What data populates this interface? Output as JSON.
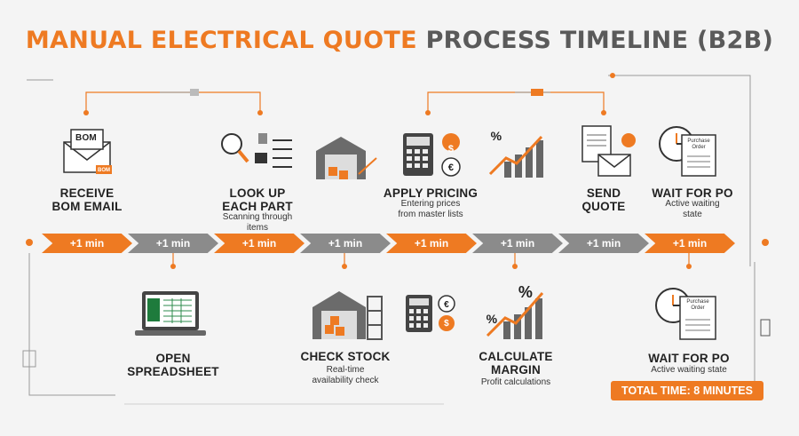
{
  "title": {
    "part1": "MANUAL ELECTRICAL QUOTE",
    "part2": "PROCESS TIMELINE (B2B)"
  },
  "steps_top": [
    {
      "label_l1": "RECEIVE",
      "label_l2": "BOM EMAIL",
      "sub": ""
    },
    {
      "label_l1": "LOOK UP",
      "label_l2": "EACH PART",
      "sub_l1": "Scanning through",
      "sub_l2": "items"
    },
    {
      "label_l1": "APPLY PRICING",
      "label_l2": "",
      "sub_l1": "Entering prices",
      "sub_l2": "from master lists"
    },
    {
      "label_l1": "SEND",
      "label_l2": "QUOTE",
      "sub": ""
    },
    {
      "label_l1": "WAIT FOR PO",
      "label_l2": "",
      "sub_l1": "Active waiting",
      "sub_l2": "state"
    }
  ],
  "steps_bottom": [
    {
      "label_l1": "OPEN",
      "label_l2": "SPREADSHEET"
    },
    {
      "label_l1": "CHECK STOCK",
      "sub_l1": "Real-time",
      "sub_l2": "availability check"
    },
    {
      "label_l1": "CALCULATE",
      "label_l2": "MARGIN",
      "sub_l1": "Profit calculations"
    },
    {
      "label_l1": "WAIT FOR PO",
      "sub_l1": "Active waiting state"
    }
  ],
  "timeline": [
    "+1 min",
    "+1 min",
    "+1 min",
    "+1 min",
    "+1 min",
    "+1 min",
    "+1 min",
    "+1 min"
  ],
  "icon_text": {
    "bom": "BOM",
    "bom_small": "BOM",
    "po_l1": "Purchase",
    "po_l2": "Order",
    "pct": "%",
    "euro": "€",
    "dollar": "$"
  },
  "total": "TOTAL TIME: 8 MINUTES",
  "colors": {
    "orange": "#ee7a22",
    "gray": "#8b8b8b",
    "dark": "#222222"
  }
}
